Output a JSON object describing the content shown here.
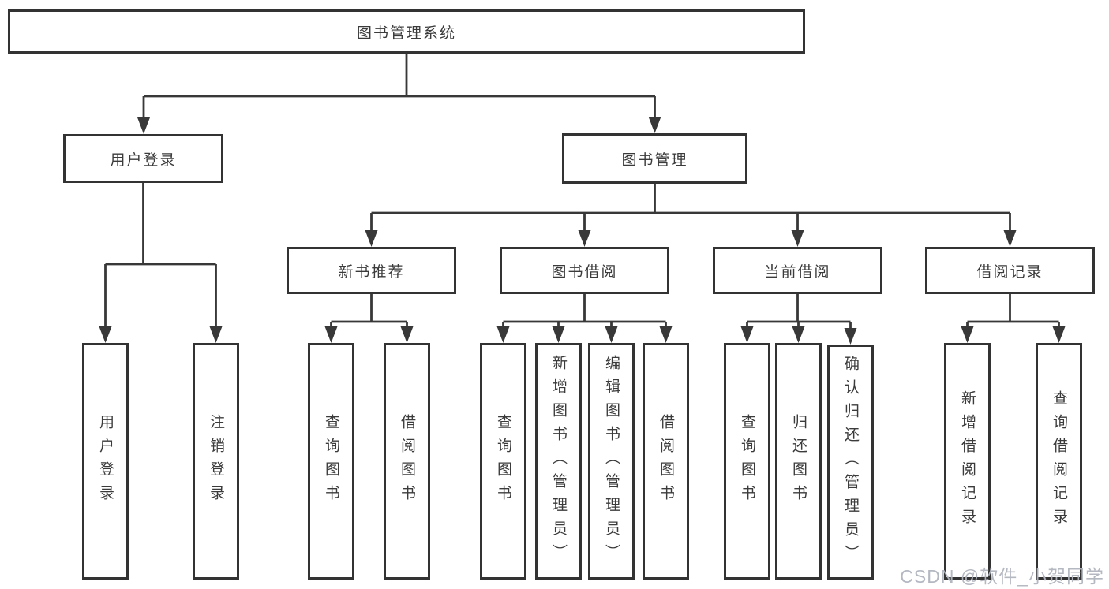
{
  "nodes": {
    "root": {
      "label": "图书管理系统"
    },
    "user_login": {
      "label": "用户登录"
    },
    "book_mgmt": {
      "label": "图书管理"
    },
    "new_book_rec": {
      "label": "新书推荐"
    },
    "book_borrow": {
      "label": "图书借阅"
    },
    "current_borrow": {
      "label": "当前借阅"
    },
    "borrow_record": {
      "label": "借阅记录"
    },
    "leaf_user_login": {
      "label": "用户登录"
    },
    "leaf_logout": {
      "label": "注销登录"
    },
    "leaf_query_book_1": {
      "label": "查询图书"
    },
    "leaf_borrow_book_1": {
      "label": "借阅图书"
    },
    "leaf_query_book_2": {
      "label": "查询图书"
    },
    "leaf_add_book": {
      "label": "新增图书（管理员）"
    },
    "leaf_edit_book": {
      "label": "编辑图书（管理员）"
    },
    "leaf_borrow_book_2": {
      "label": "借阅图书"
    },
    "leaf_query_book_3": {
      "label": "查询图书"
    },
    "leaf_return_book": {
      "label": "归还图书"
    },
    "leaf_confirm_return": {
      "label": "确认归还（管理员）"
    },
    "leaf_add_record": {
      "label": "新增借阅记录"
    },
    "leaf_query_record": {
      "label": "查询借阅记录"
    }
  },
  "watermark": "CSDN @软件_小贺同学",
  "colors": {
    "line": "#383838",
    "border": "#333333",
    "text": "#3b3b3b",
    "watermark": "#b0b4be"
  }
}
